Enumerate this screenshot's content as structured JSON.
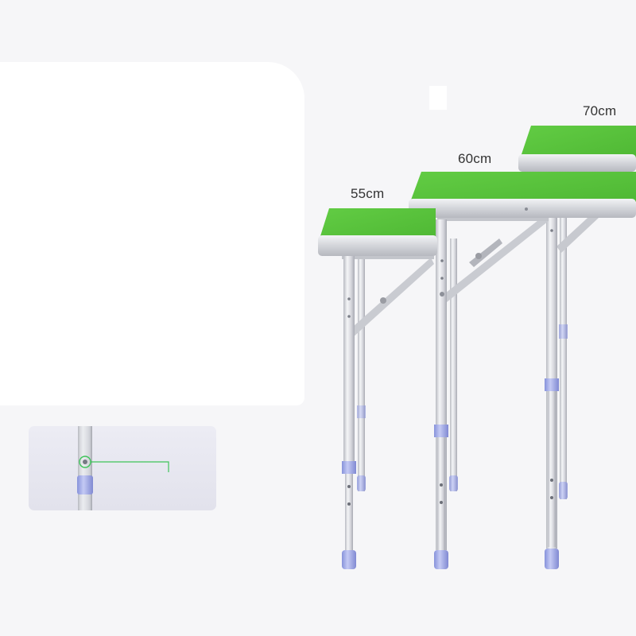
{
  "heights": {
    "short": "55cm",
    "medium": "60cm",
    "tall": "70cm"
  },
  "colors": {
    "tabletop_green": "#56c43a",
    "frame_aluminium": "#d9dadf",
    "leg_cap_lavender": "#9ea8ea",
    "callout_line": "#3ec45a",
    "background": "#f6f6f8"
  }
}
